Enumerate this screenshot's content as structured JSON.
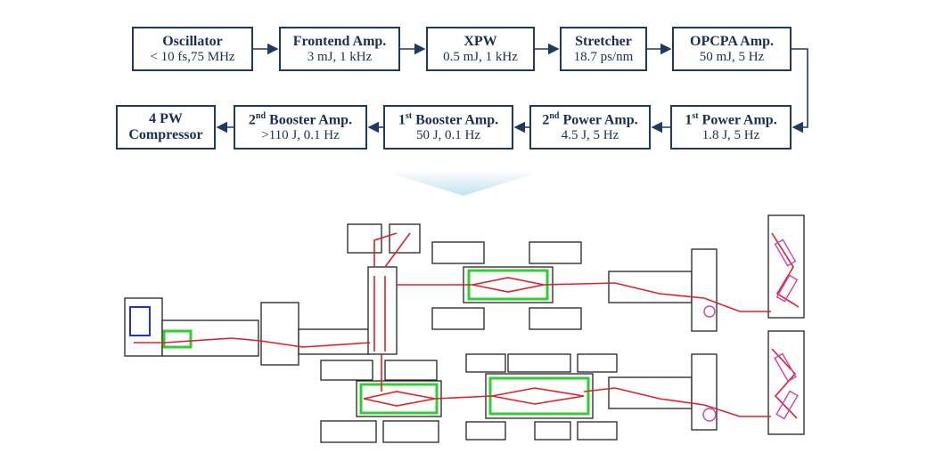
{
  "top_row": [
    {
      "title": "Oscillator",
      "sub": "< 10 fs,75 MHz"
    },
    {
      "title": "Frontend Amp.",
      "sub": "3 mJ, 1 kHz"
    },
    {
      "title": "XPW",
      "sub": "0.5 mJ, 1 kHz"
    },
    {
      "title": "Stretcher",
      "sub": "18.7 ps/nm"
    },
    {
      "title": "OPCPA Amp.",
      "sub": "50 mJ, 5 Hz"
    }
  ],
  "bottom_row": [
    {
      "title": "4 PW",
      "sub": "Compressor"
    },
    {
      "pre": "2",
      "sup": "nd",
      "title": " Booster Amp.",
      "sub": ">110 J, 0.1 Hz"
    },
    {
      "pre": "1",
      "sup": "st",
      "title": " Booster Amp.",
      "sub": "50 J, 0.1 Hz"
    },
    {
      "pre": "2",
      "sup": "nd",
      "title": " Power Amp.",
      "sub": "4.5 J, 5 Hz"
    },
    {
      "pre": "1",
      "sup": "st",
      "title": " Power Amp.",
      "sub": "1.8 J, 5 Hz"
    }
  ],
  "colors": {
    "box_border": "#1f3a60",
    "text": "#1a2f52",
    "beam": "#e0202a",
    "module": "#33cc33",
    "chevron": "#bfe3ef"
  }
}
